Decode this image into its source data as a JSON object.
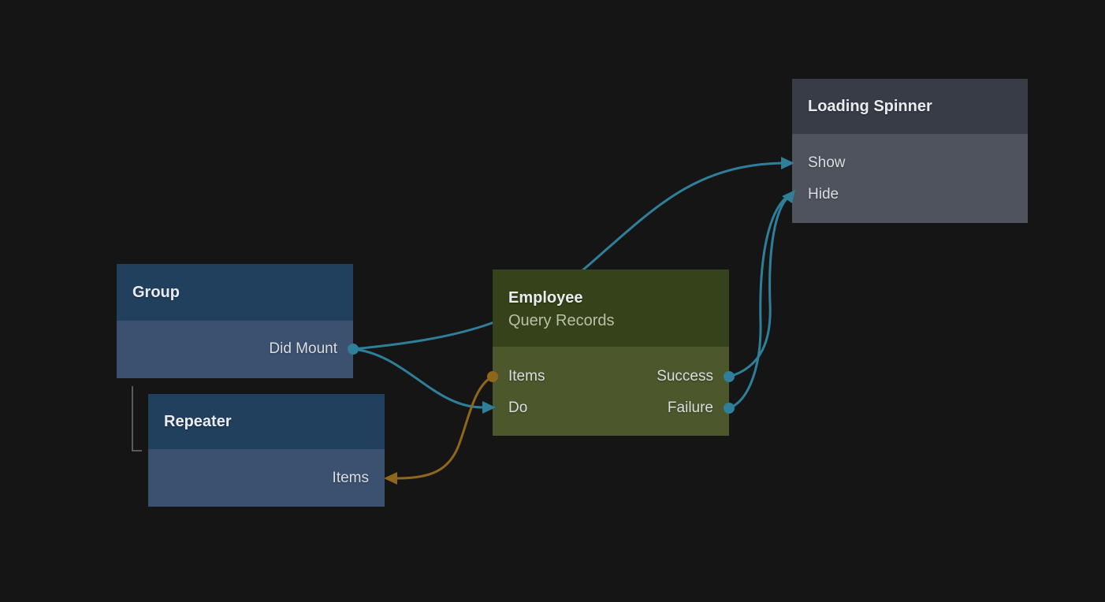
{
  "app": {
    "description": "Node-graph editor canvas",
    "background": "#151515"
  },
  "colors": {
    "background": "#151515",
    "blue_node_header": "#21405e",
    "blue_node_body": "#3b516f",
    "olive_node_header": "#36421a",
    "olive_node_body": "#4c572c",
    "slate_node_header": "#383c46",
    "slate_node_body": "#4f535d",
    "edge_teal": "#2f7f9b",
    "edge_orange": "#8f661d",
    "hierarchy_line": "#5a5a5a",
    "title_text": "#e9ebee",
    "port_label_text": "#dadde0",
    "subtitle_text": "#b8c0a6"
  },
  "nodes": [
    {
      "id": "group",
      "title": "Group",
      "theme": "blue",
      "ports": [
        {
          "label": "Did Mount",
          "side": "right",
          "kind": "output-dot",
          "color": "teal"
        }
      ]
    },
    {
      "id": "repeater",
      "title": "Repeater",
      "theme": "blue",
      "ports": [
        {
          "label": "Items",
          "side": "right",
          "kind": "input-arrow",
          "color": "orange"
        }
      ]
    },
    {
      "id": "employee",
      "title": "Employee",
      "subtitle": "Query Records",
      "theme": "olive",
      "ports": [
        {
          "label": "Items",
          "side": "left",
          "kind": "output-dot",
          "color": "orange"
        },
        {
          "label": "Do",
          "side": "left",
          "kind": "input-arrow",
          "color": "teal"
        },
        {
          "label": "Success",
          "side": "right",
          "kind": "output-dot",
          "color": "teal"
        },
        {
          "label": "Failure",
          "side": "right",
          "kind": "output-dot",
          "color": "teal"
        }
      ]
    },
    {
      "id": "loading-spinner",
      "title": "Loading Spinner",
      "theme": "slate",
      "ports": [
        {
          "label": "Show",
          "side": "left",
          "kind": "input-arrow",
          "color": "teal"
        },
        {
          "label": "Hide",
          "side": "left",
          "kind": "input-arrow",
          "color": "teal"
        }
      ]
    }
  ],
  "edges": [
    {
      "from_node": "group",
      "from_port": "Did Mount",
      "to_node": "loading-spinner",
      "to_port": "Show",
      "color": "teal"
    },
    {
      "from_node": "group",
      "from_port": "Did Mount",
      "to_node": "employee",
      "to_port": "Do",
      "color": "teal"
    },
    {
      "from_node": "employee",
      "from_port": "Items",
      "to_node": "repeater",
      "to_port": "Items",
      "color": "orange"
    },
    {
      "from_node": "employee",
      "from_port": "Success",
      "to_node": "loading-spinner",
      "to_port": "Hide",
      "color": "teal"
    },
    {
      "from_node": "employee",
      "from_port": "Failure",
      "to_node": "loading-spinner",
      "to_port": "Hide",
      "color": "teal"
    }
  ],
  "hierarchy": {
    "parent": "group",
    "child": "repeater"
  }
}
